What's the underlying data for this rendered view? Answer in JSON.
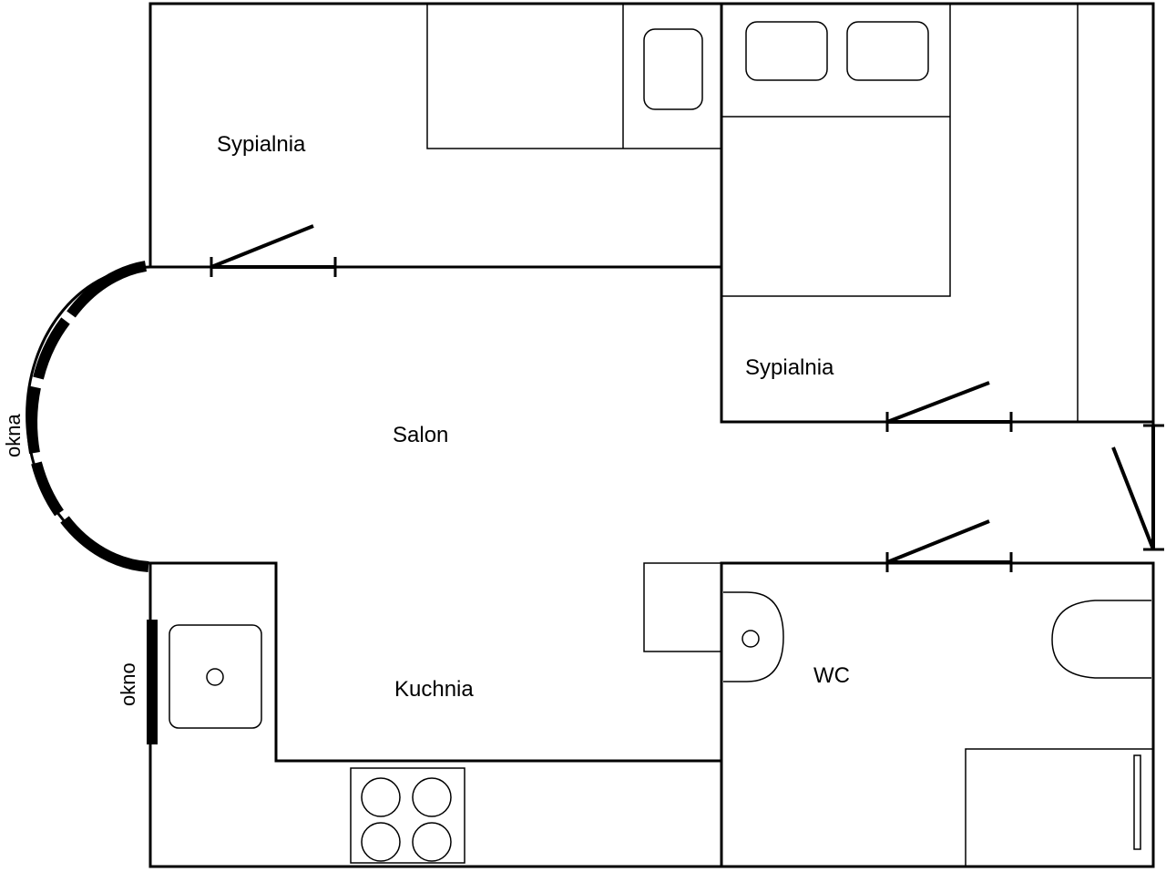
{
  "rooms": {
    "bedroom_top": "Sypialnia",
    "bedroom_right": "Sypialnia",
    "living_room": "Salon",
    "kitchen": "Kuchnia",
    "wc": "WC"
  },
  "windows": {
    "arc_label": "okna",
    "kitchen_label": "okno"
  }
}
